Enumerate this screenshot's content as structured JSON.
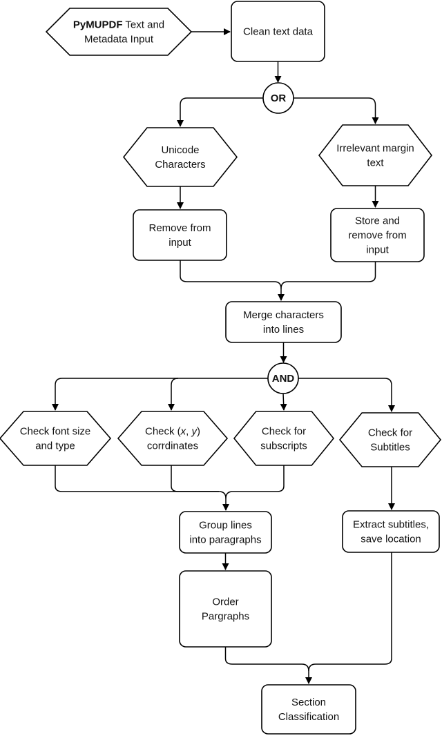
{
  "colors": {
    "stroke": "#000000",
    "fill": "#ffffff",
    "text": "#111111"
  },
  "nodes": {
    "input": {
      "shape": "hexagon",
      "lines": [
        [
          {
            "t": "PyMUPDF",
            "b": true
          },
          {
            "t": " Text and"
          }
        ],
        [
          {
            "t": "Metadata Input"
          }
        ]
      ]
    },
    "clean": {
      "shape": "rect",
      "lines": [
        [
          {
            "t": "Clean text data"
          }
        ]
      ]
    },
    "or": {
      "shape": "circle",
      "lines": [
        [
          {
            "t": "OR",
            "b": true
          }
        ]
      ]
    },
    "unicode": {
      "shape": "hexagon",
      "lines": [
        [
          {
            "t": "Unicode"
          }
        ],
        [
          {
            "t": "Characters"
          }
        ]
      ]
    },
    "margin": {
      "shape": "hexagon",
      "lines": [
        [
          {
            "t": "Irrelevant margin"
          }
        ],
        [
          {
            "t": "text"
          }
        ]
      ]
    },
    "remove": {
      "shape": "rect",
      "lines": [
        [
          {
            "t": "Remove from"
          }
        ],
        [
          {
            "t": "input"
          }
        ]
      ]
    },
    "store": {
      "shape": "rect",
      "lines": [
        [
          {
            "t": "Store and"
          }
        ],
        [
          {
            "t": "remove from"
          }
        ],
        [
          {
            "t": "input"
          }
        ]
      ]
    },
    "merge": {
      "shape": "rect",
      "lines": [
        [
          {
            "t": "Merge characters"
          }
        ],
        [
          {
            "t": "into lines"
          }
        ]
      ]
    },
    "and": {
      "shape": "circle",
      "lines": [
        [
          {
            "t": "AND",
            "b": true
          }
        ]
      ]
    },
    "font": {
      "shape": "hexagon",
      "lines": [
        [
          {
            "t": "Check font size"
          }
        ],
        [
          {
            "t": "and type"
          }
        ]
      ]
    },
    "coords": {
      "shape": "hexagon",
      "lines": [
        [
          {
            "t": "Check ("
          },
          {
            "t": "x",
            "i": true
          },
          {
            "t": ", "
          },
          {
            "t": "y",
            "i": true
          },
          {
            "t": ")"
          }
        ],
        [
          {
            "t": "corrdinates"
          }
        ]
      ]
    },
    "subscripts": {
      "shape": "hexagon",
      "lines": [
        [
          {
            "t": "Check for"
          }
        ],
        [
          {
            "t": "subscripts"
          }
        ]
      ]
    },
    "subtitles": {
      "shape": "hexagon",
      "lines": [
        [
          {
            "t": "Check for"
          }
        ],
        [
          {
            "t": "Subtitles"
          }
        ]
      ]
    },
    "group": {
      "shape": "rect",
      "lines": [
        [
          {
            "t": "Group lines"
          }
        ],
        [
          {
            "t": "into paragraphs"
          }
        ]
      ]
    },
    "extract": {
      "shape": "rect",
      "lines": [
        [
          {
            "t": "Extract subtitles,"
          }
        ],
        [
          {
            "t": "save location"
          }
        ]
      ]
    },
    "order": {
      "shape": "rect",
      "lines": [
        [
          {
            "t": "Order"
          }
        ],
        [
          {
            "t": "Pargraphs"
          }
        ]
      ]
    },
    "section": {
      "shape": "rect",
      "lines": [
        [
          {
            "t": "Section"
          }
        ],
        [
          {
            "t": "Classification"
          }
        ]
      ]
    }
  },
  "edges": [
    [
      "input",
      "clean"
    ],
    [
      "clean",
      "or"
    ],
    [
      "or",
      "unicode"
    ],
    [
      "or",
      "margin"
    ],
    [
      "unicode",
      "remove"
    ],
    [
      "margin",
      "store"
    ],
    [
      "remove",
      "merge"
    ],
    [
      "store",
      "merge"
    ],
    [
      "merge",
      "and"
    ],
    [
      "and",
      "font"
    ],
    [
      "and",
      "coords"
    ],
    [
      "and",
      "subscripts"
    ],
    [
      "and",
      "subtitles"
    ],
    [
      "font",
      "group"
    ],
    [
      "coords",
      "group"
    ],
    [
      "subscripts",
      "group"
    ],
    [
      "subtitles",
      "extract"
    ],
    [
      "group",
      "order"
    ],
    [
      "order",
      "section"
    ],
    [
      "extract",
      "section"
    ]
  ]
}
